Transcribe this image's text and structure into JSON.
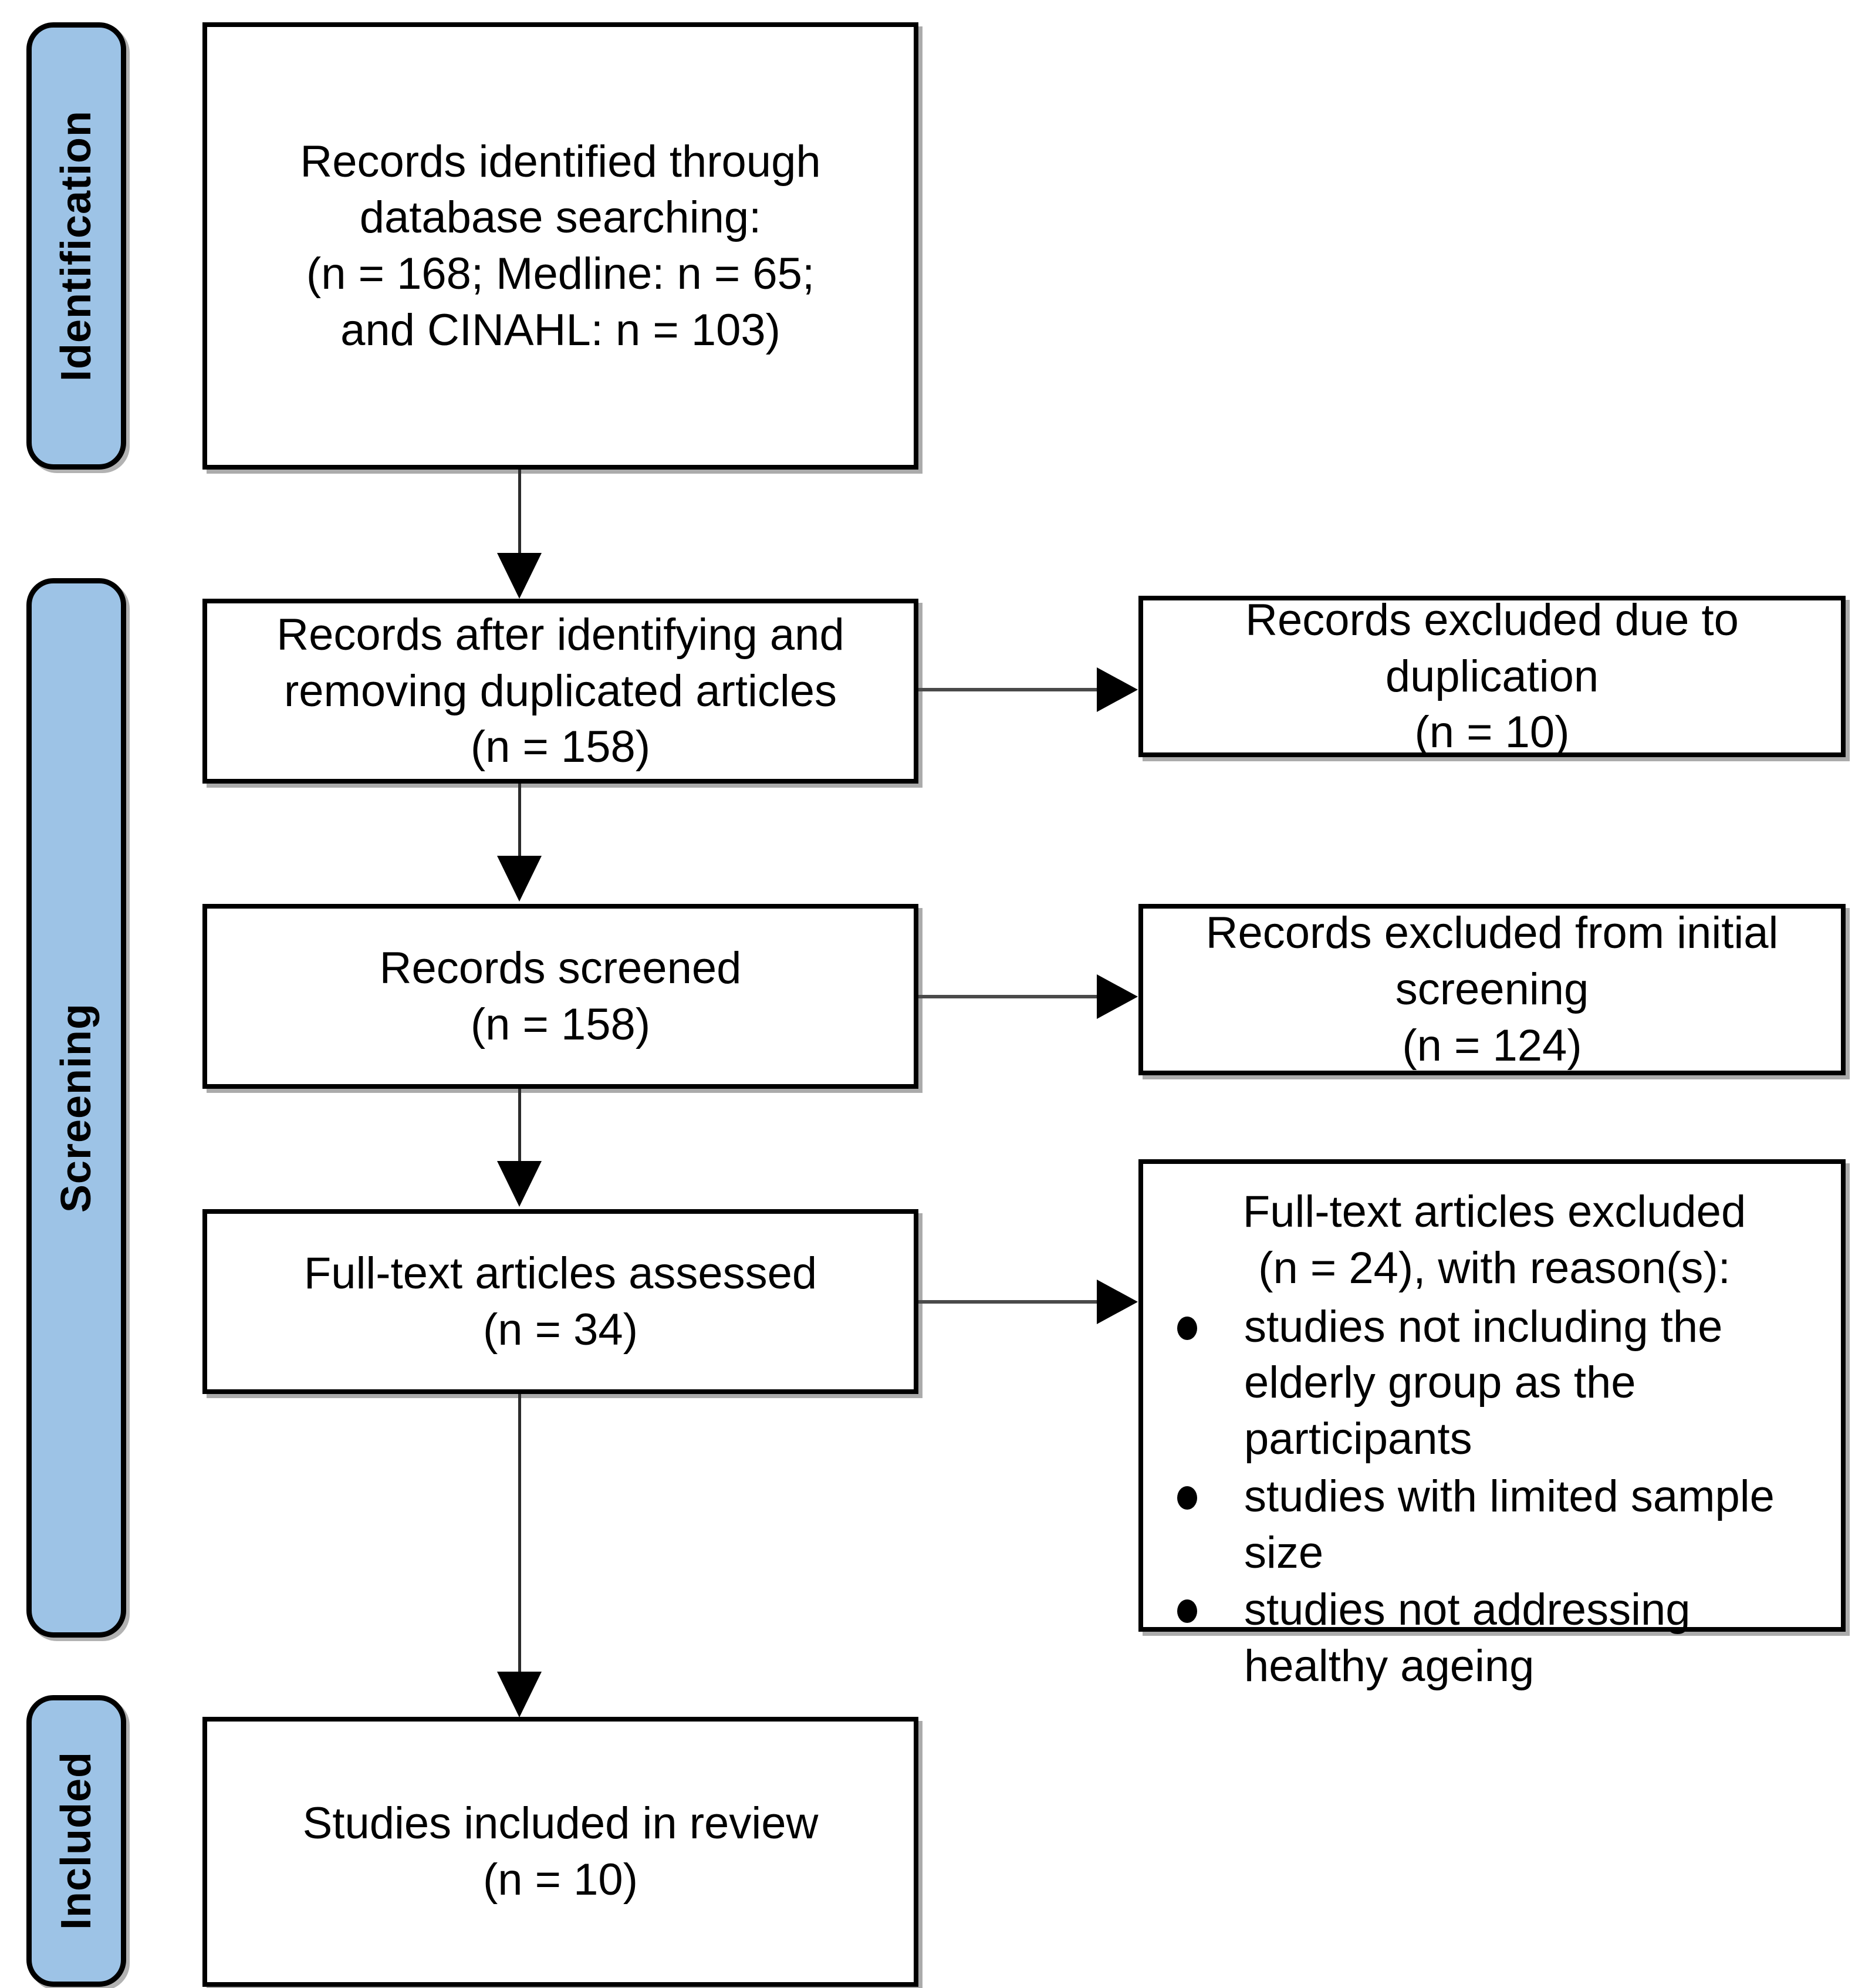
{
  "diagram": {
    "type": "prisma-flow-diagram",
    "title": "PRISMA flow diagram",
    "accent_color": "#9DC3E6",
    "line_color": "#000000",
    "background": "#ffffff"
  },
  "phases": [
    {
      "id": "identification",
      "label": "Identification"
    },
    {
      "id": "screening",
      "label": "Screening"
    },
    {
      "id": "included",
      "label": "Included"
    }
  ],
  "boxes": {
    "records_identified": {
      "id": "records-identified",
      "lines": [
        "Records identified through",
        "database searching:",
        "(n = 168; Medline: n = 65;",
        "and CINAHL: n = 103)"
      ]
    },
    "records_after_duplicates": {
      "id": "records-after-duplicates",
      "lines": [
        "Records after identifying and",
        "removing duplicated articles",
        "(n = 158)"
      ]
    },
    "records_excluded_duplication": {
      "id": "records-excluded-duplication",
      "lines": [
        "Records excluded due to",
        "duplication",
        "(n = 10)"
      ]
    },
    "records_screened": {
      "id": "records-screened",
      "lines": [
        "Records screened",
        "(n = 158)"
      ]
    },
    "records_excluded_initial": {
      "id": "records-excluded-initial-screening",
      "lines": [
        "Records excluded from initial",
        "screening",
        "(n = 124)"
      ]
    },
    "fulltext_assessed": {
      "id": "fulltext-articles-assessed",
      "lines": [
        "Full-text articles assessed",
        "(n = 34)"
      ]
    },
    "fulltext_excluded": {
      "id": "fulltext-articles-excluded",
      "heading_lines": [
        "Full-text articles excluded",
        "(n = 24), with reason(s):"
      ],
      "reasons": [
        "studies not including the elderly group as the participants",
        "studies with limited sample size",
        "studies not addressing healthy ageing"
      ]
    },
    "studies_included": {
      "id": "studies-included-in-review",
      "lines": [
        "Studies included in review",
        "(n = 10)"
      ]
    }
  },
  "counts": {
    "records_identified_total": 168,
    "medline": 65,
    "cinahl": 103,
    "after_duplicates": 158,
    "excluded_duplication": 10,
    "screened": 158,
    "excluded_initial_screening": 124,
    "fulltext_assessed": 34,
    "fulltext_excluded": 24,
    "studies_included": 10
  }
}
